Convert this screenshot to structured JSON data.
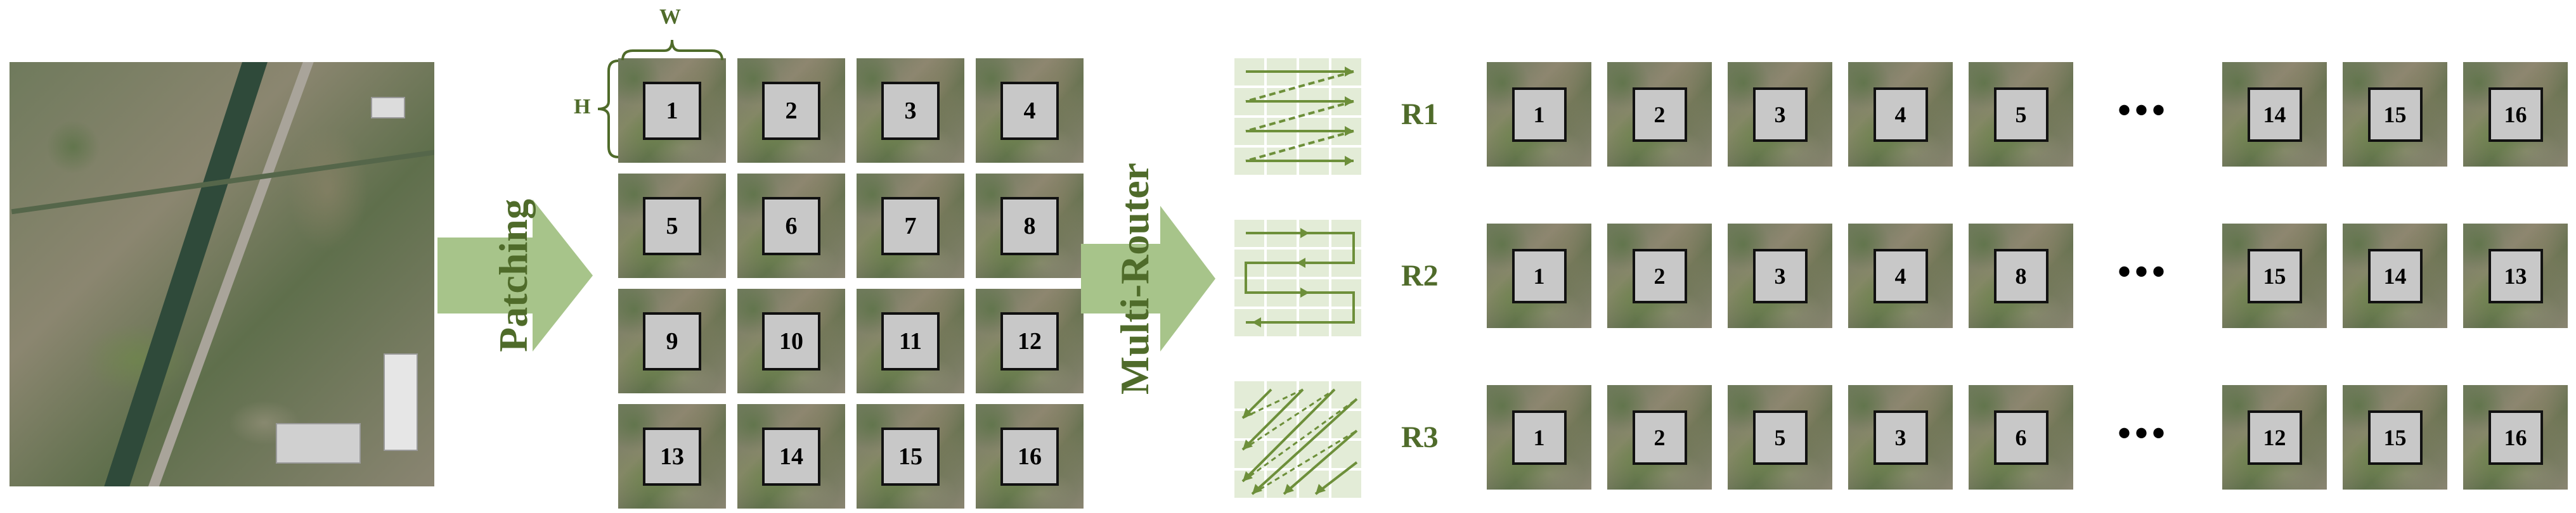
{
  "labels": {
    "patching": "Patching",
    "multi_router": "Multi-Router",
    "width": "W",
    "height": "H",
    "ellipsis": "•••"
  },
  "colors": {
    "accent_green": "#4f6b2a",
    "arrow_fill": "#a7c48a",
    "router_bg": "#e3ecd7",
    "router_line": "#6d8f3a"
  },
  "grid_patches": [
    "1",
    "2",
    "3",
    "4",
    "5",
    "6",
    "7",
    "8",
    "9",
    "10",
    "11",
    "12",
    "13",
    "14",
    "15",
    "16"
  ],
  "routes": [
    {
      "label": "R1",
      "patches": [
        "1",
        "2",
        "3",
        "4",
        "5",
        "14",
        "15",
        "16"
      ]
    },
    {
      "label": "R2",
      "patches": [
        "1",
        "2",
        "3",
        "4",
        "8",
        "15",
        "14",
        "13"
      ]
    },
    {
      "label": "R3",
      "patches": [
        "1",
        "2",
        "5",
        "3",
        "6",
        "12",
        "15",
        "16"
      ]
    }
  ]
}
